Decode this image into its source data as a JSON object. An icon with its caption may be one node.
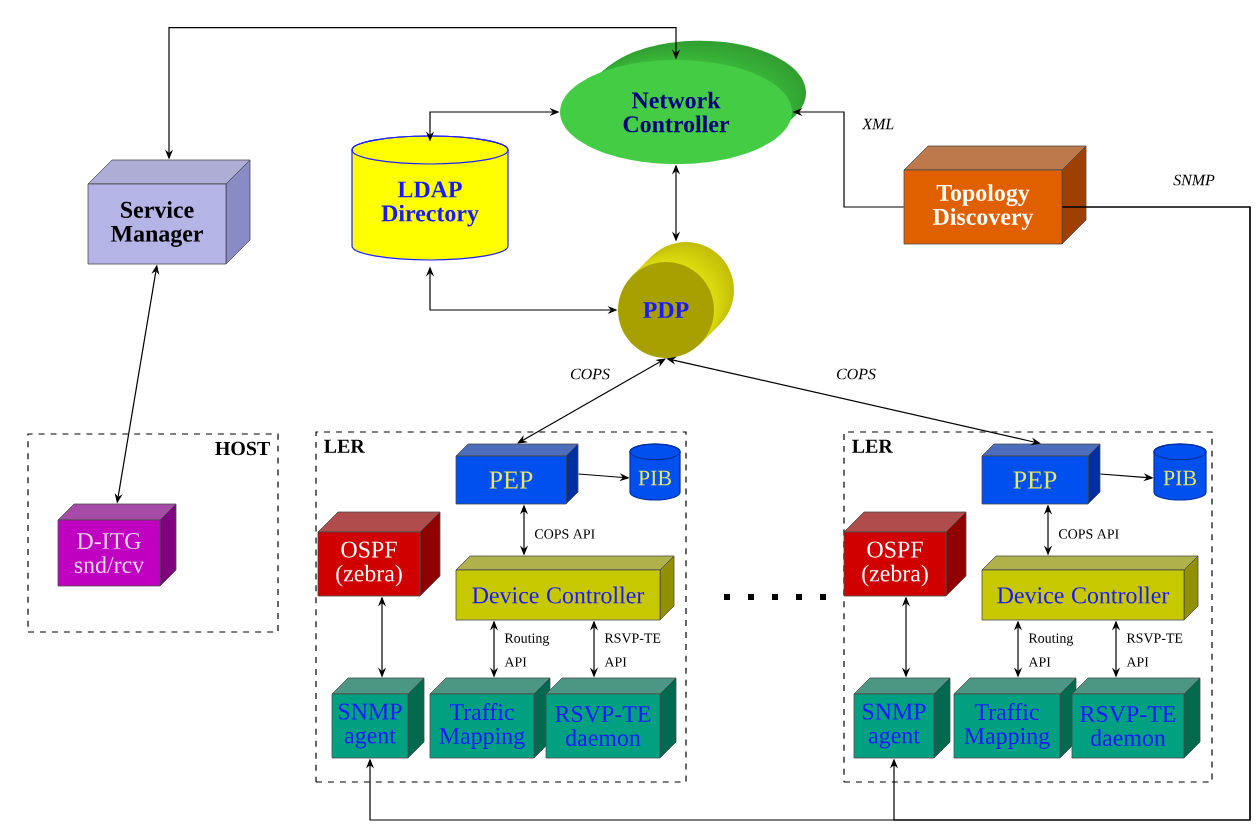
{
  "diagram": {
    "nodes": [
      {
        "text": [
          "Service Manager"
        ]
      },
      {
        "text": [
          "Network Controller"
        ]
      },
      {
        "text": [
          "LDAP Directory"
        ]
      },
      {
        "text": [
          "PDP"
        ]
      },
      {
        "text": [
          "Topology Discovery"
        ]
      },
      {
        "text": [
          "HOST"
        ]
      },
      {
        "text": [
          "D-ITG snd/rcv"
        ],
        "in": 5
      },
      {
        "text": [
          "LER"
        ]
      },
      {
        "text": [
          "PEP"
        ],
        "in": 7
      },
      {
        "text": [
          "PIB"
        ],
        "in": 7
      },
      {
        "text": [
          "OSPF (zebra)"
        ],
        "in": 7
      },
      {
        "text": [
          "Device Controller"
        ],
        "in": 7
      },
      {
        "text": [
          "SNMP agent"
        ],
        "in": 7
      },
      {
        "text": [
          "Traffic Mapping"
        ],
        "in": 7
      },
      {
        "text": [
          "RSVP-TE daemon"
        ],
        "in": 7
      },
      {
        "text": [
          "LER"
        ]
      },
      {
        "text": [
          "PEP"
        ],
        "in": 15
      },
      {
        "text": [
          "PIB"
        ],
        "in": 15
      },
      {
        "text": [
          "OSPF (zebra)"
        ],
        "in": 15
      },
      {
        "text": [
          "Device Controller"
        ],
        "in": 15
      },
      {
        "text": [
          "SNMP agent"
        ],
        "in": 15
      },
      {
        "text": [
          "Traffic Mapping"
        ],
        "in": 15
      },
      {
        "text": [
          "RSVP-TE daemon"
        ],
        "in": 15
      }
    ],
    "edges": [
      {
        "from": 0,
        "to": 1,
        "arrow": "both"
      },
      {
        "from": 2,
        "to": 1,
        "arrow": "both"
      },
      {
        "from": 2,
        "to": 3,
        "arrow": "both"
      },
      {
        "from": 1,
        "to": 3,
        "arrow": "both"
      },
      {
        "from": 4,
        "to": 1,
        "arrow": "to",
        "label": "XML"
      },
      {
        "from": 6,
        "to": 0,
        "arrow": "both"
      },
      {
        "from": 3,
        "to": 8,
        "arrow": "both",
        "label": "COPS"
      },
      {
        "from": 3,
        "to": 16,
        "arrow": "both",
        "label": "COPS"
      },
      {
        "from": 8,
        "to": 9,
        "arrow": "to"
      },
      {
        "from": 8,
        "to": 11,
        "arrow": "both",
        "label": "COPS API"
      },
      {
        "from": 10,
        "to": 12,
        "arrow": "both"
      },
      {
        "from": 11,
        "to": 13,
        "arrow": "both",
        "label": "Routing API"
      },
      {
        "from": 11,
        "to": 14,
        "arrow": "both",
        "label": "RSVP-TE API"
      },
      {
        "from": 16,
        "to": 17,
        "arrow": "to"
      },
      {
        "from": 16,
        "to": 19,
        "arrow": "both",
        "label": "COPS API"
      },
      {
        "from": 18,
        "to": 20,
        "arrow": "both"
      },
      {
        "from": 19,
        "to": 21,
        "arrow": "both",
        "label": "Routing API"
      },
      {
        "from": 19,
        "to": 22,
        "arrow": "both",
        "label": "RSVP-TE API"
      },
      {
        "from": 4,
        "to": 12,
        "arrow": "to",
        "label": "SNMP"
      },
      {
        "from": 4,
        "to": 20,
        "arrow": "to"
      }
    ]
  }
}
